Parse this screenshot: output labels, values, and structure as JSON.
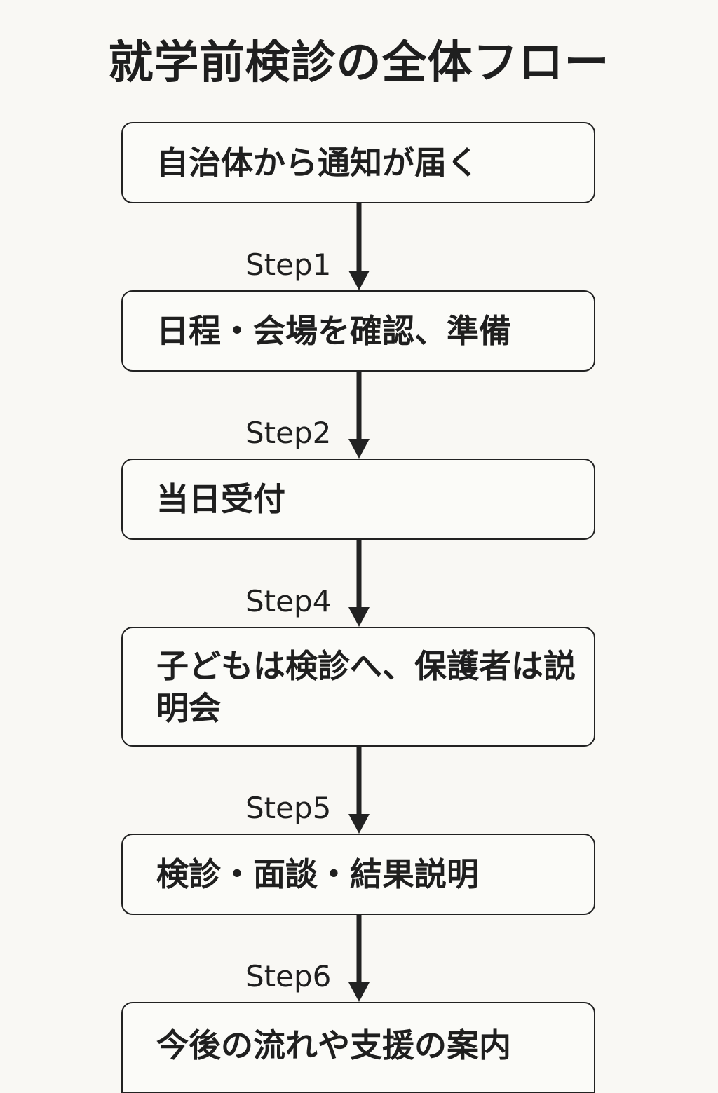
{
  "title": "就学前検診の全体フロー",
  "steps": [
    {
      "text": "自治体から通知が届く"
    },
    {
      "text": "日程・会場を確認、準備"
    },
    {
      "text": "当日受付"
    },
    {
      "text": "子どもは検診へ、保護者は説明会"
    },
    {
      "text": "検診・面談・結果説明"
    },
    {
      "text": "今後の流れや支援の案内"
    }
  ],
  "connector_labels": [
    "Step1",
    "Step2",
    "Step4",
    "Step5",
    "Step6"
  ]
}
